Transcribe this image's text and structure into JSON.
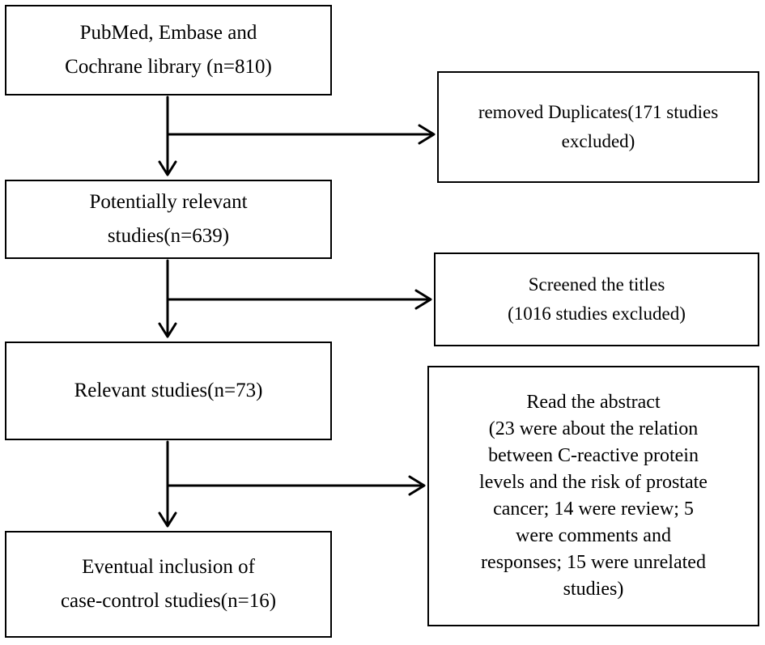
{
  "flowchart": {
    "box1": {
      "lines": [
        "PubMed, Embase and",
        "Cochrane library (n=810)"
      ]
    },
    "box2": {
      "lines": [
        "Potentially relevant",
        "studies(n=639)"
      ]
    },
    "box3": {
      "lines": [
        "Relevant studies(n=73)"
      ]
    },
    "box4": {
      "lines": [
        "Eventual inclusion of",
        "case-control studies(n=16)"
      ]
    },
    "excl1": {
      "lines": [
        "removed Duplicates(171 studies",
        "excluded)"
      ]
    },
    "excl2": {
      "lines": [
        "Screened the titles",
        "(1016 studies excluded)"
      ]
    },
    "excl3": {
      "lines": [
        "Read the abstract",
        "(23 were about the relation",
        "between C-reactive protein",
        "levels and the risk of prostate",
        "cancer; 14 were review; 5",
        "were comments and",
        "responses; 15 were unrelated",
        "studies)"
      ]
    }
  }
}
